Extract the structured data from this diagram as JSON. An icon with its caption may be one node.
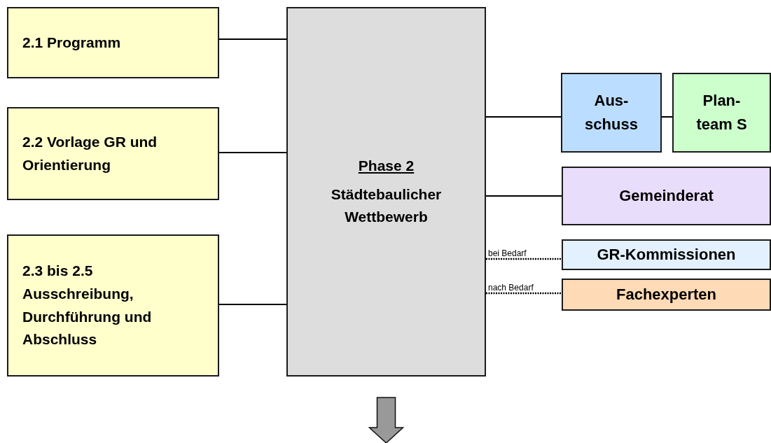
{
  "diagram": {
    "nodes": [
      {
        "text": [
          "2.1 Programm"
        ]
      },
      {
        "text": [
          "2.2 Vorlage GR und Orientierung"
        ]
      },
      {
        "text": [
          "2.3 bis 2.5 Ausschreibung, Durchführung und Abschluss"
        ]
      },
      {
        "text": [
          "Phase 2",
          "Städtebaulicher Wettbewerb"
        ]
      },
      {
        "text": [
          "Aus- schuss"
        ]
      },
      {
        "text": [
          "Plan- team S"
        ]
      },
      {
        "text": [
          "Gemeinderat"
        ]
      },
      {
        "text": [
          "GR-Kommissionen"
        ]
      },
      {
        "text": [
          "Fachexperten"
        ]
      }
    ],
    "edges": [
      {
        "from": 0,
        "to": 3,
        "arrow": "none"
      },
      {
        "from": 1,
        "to": 3,
        "arrow": "none"
      },
      {
        "from": 2,
        "to": 3,
        "arrow": "none"
      },
      {
        "from": 3,
        "to": 4,
        "arrow": "none"
      },
      {
        "from": 4,
        "to": 5,
        "arrow": "none"
      },
      {
        "from": 3,
        "to": 6,
        "arrow": "none"
      },
      {
        "from": 3,
        "to": 7,
        "arrow": "none",
        "label": "bei Bedarf",
        "style": "dashed"
      },
      {
        "from": 3,
        "to": 8,
        "arrow": "none",
        "label": "nach Bedarf",
        "style": "dashed"
      },
      {
        "from": 3,
        "to": null,
        "arrow": "to",
        "style": "thick"
      }
    ]
  }
}
